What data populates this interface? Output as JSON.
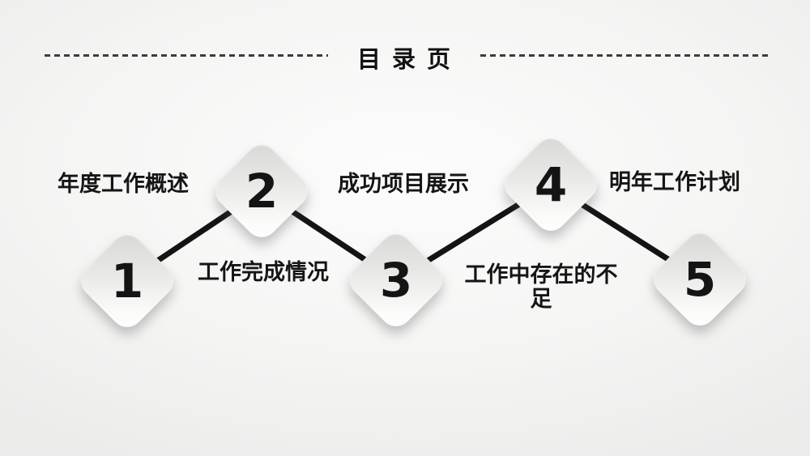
{
  "slide": {
    "title": "目 录 页",
    "items": [
      {
        "number": "1",
        "label": "年度工作概述"
      },
      {
        "number": "2",
        "label": "工作完成情况"
      },
      {
        "number": "3",
        "label": "成功项目展示"
      },
      {
        "number": "4",
        "label": "工作中存在的不足"
      },
      {
        "number": "5",
        "label": "明年工作计划"
      }
    ],
    "colors": {
      "background_center": "#fcfcfc",
      "background_edge": "#ececeb",
      "connector_line": "#141414",
      "dash_rule": "#3c3c3c",
      "diamond_gradient_top": "#d6d6d4",
      "diamond_gradient_bottom": "#ffffff",
      "text": "#151515"
    }
  }
}
